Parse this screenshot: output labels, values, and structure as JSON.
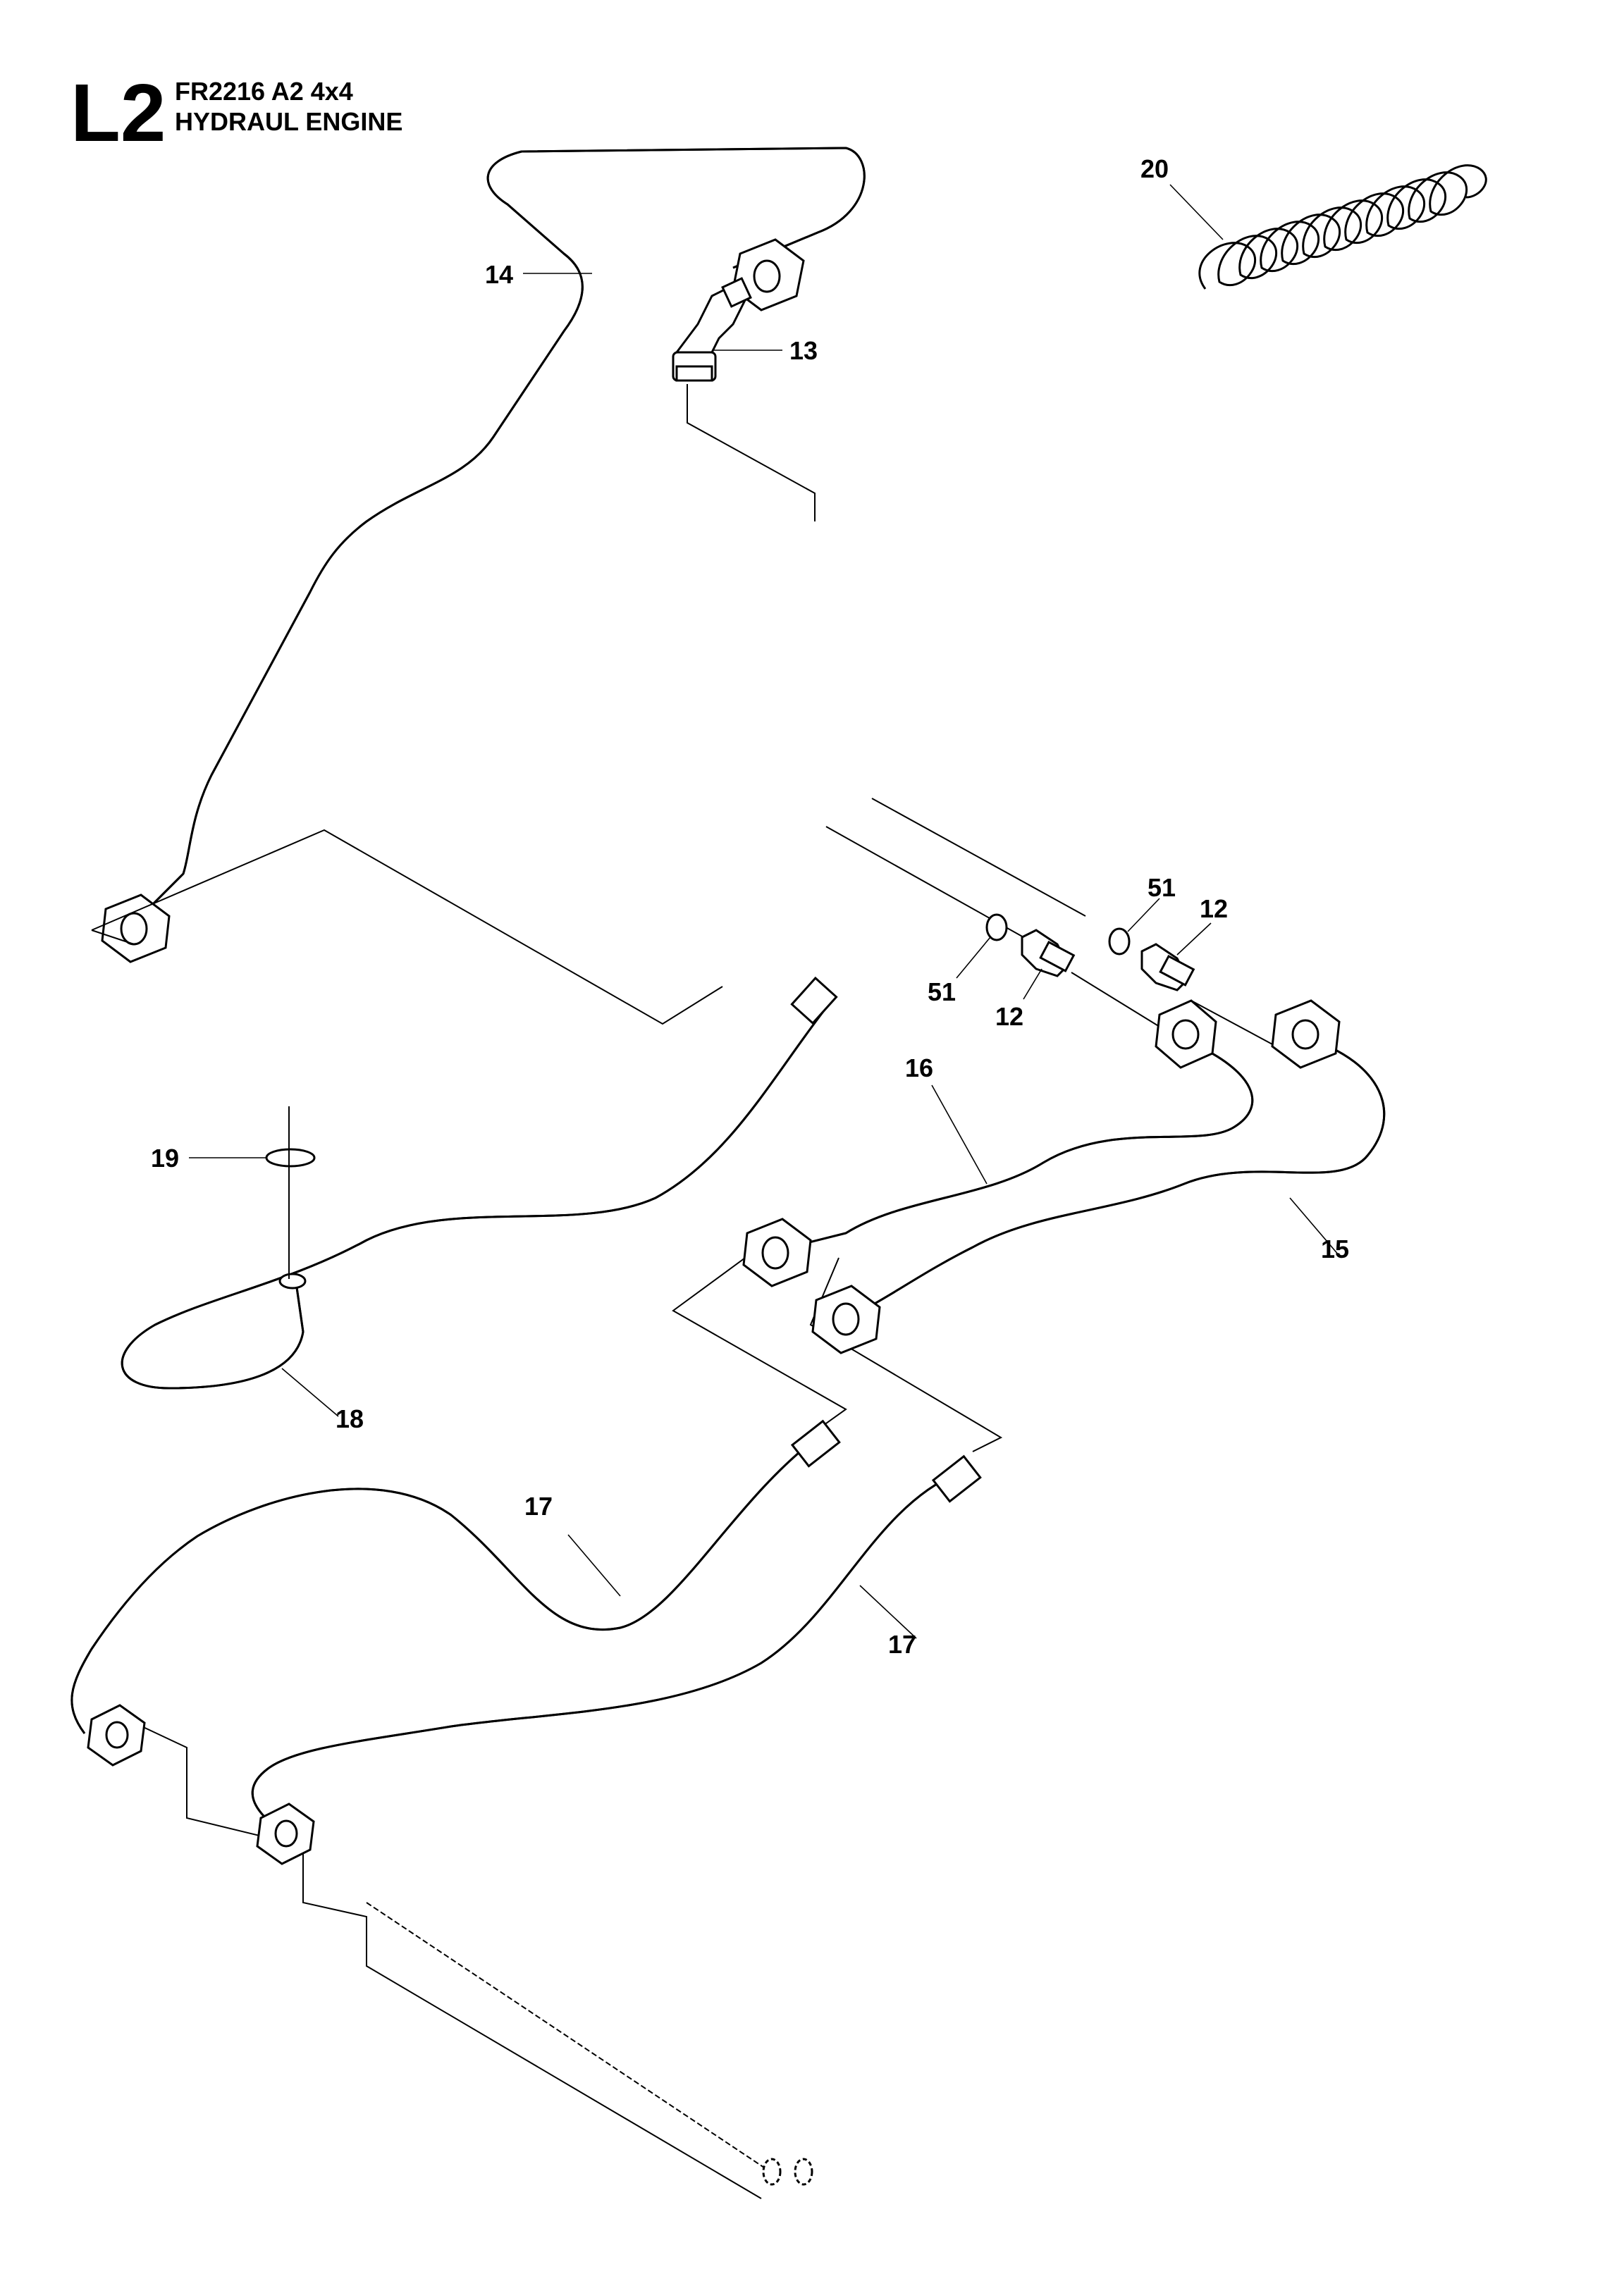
{
  "header": {
    "code": "L2",
    "model": "FR2216 A2 4x4",
    "section": "HYDRAUL ENGINE"
  },
  "callouts": [
    {
      "id": "callout-20",
      "text": "20"
    },
    {
      "id": "callout-14",
      "text": "14"
    },
    {
      "id": "callout-13",
      "text": "13"
    },
    {
      "id": "callout-51-right",
      "text": "51"
    },
    {
      "id": "callout-12-right",
      "text": "12"
    },
    {
      "id": "callout-51-left",
      "text": "51"
    },
    {
      "id": "callout-12-left",
      "text": "12"
    },
    {
      "id": "callout-16",
      "text": "16"
    },
    {
      "id": "callout-19",
      "text": "19"
    },
    {
      "id": "callout-15",
      "text": "15"
    },
    {
      "id": "callout-18",
      "text": "18"
    },
    {
      "id": "callout-17-left",
      "text": "17"
    },
    {
      "id": "callout-17-right",
      "text": "17"
    }
  ]
}
